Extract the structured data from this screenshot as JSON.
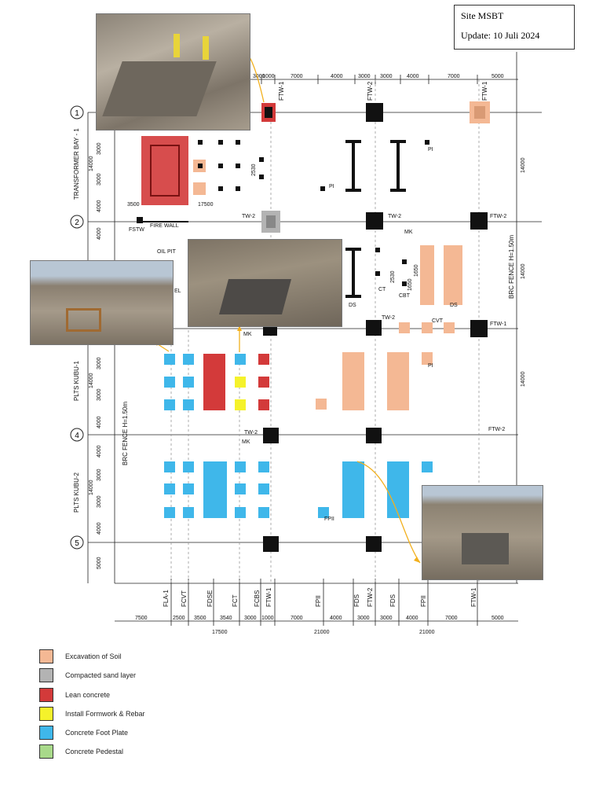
{
  "header": {
    "site": "Site MSBT",
    "update": "Update: 10 Juli 2024"
  },
  "colors": {
    "excavation": "#f4b894",
    "compacted": "#b3b3b3",
    "lean": "#d33a3a",
    "formwork": "#f5f22b",
    "footplate": "#3fb7ea",
    "pedestal": "#a8d98a",
    "arrow": "#f2b01e"
  },
  "legend": [
    {
      "label": "Excavation of Soil",
      "color": "#f4b894"
    },
    {
      "label": "Compacted sand layer",
      "color": "#b3b3b3"
    },
    {
      "label": "Lean concrete",
      "color": "#d33a3a"
    },
    {
      "label": "Install Formwork & Rebar",
      "color": "#f5f22b"
    },
    {
      "label": "Concrete Foot Plate",
      "color": "#3fb7ea"
    },
    {
      "label": "Concrete Pedestal",
      "color": "#a8d98a"
    }
  ],
  "plan": {
    "zone_labels": [
      "TRANSFORMER BAY - 1",
      "PLTS KUBU-1",
      "PLTS KUBU-2"
    ],
    "grid_numbers": [
      "1",
      "2",
      "4",
      "5"
    ],
    "top_dims": [
      "3000",
      "1000",
      "7000",
      "4000",
      "3000",
      "3000",
      "4000",
      "7000",
      "5000"
    ],
    "bottom_dims": [
      "7500",
      "2500",
      "3500",
      "3540",
      "3000",
      "1000",
      "7000",
      "4000",
      "3000",
      "3000",
      "4000",
      "7000",
      "5000"
    ],
    "bottom_totals": [
      "17500",
      "21000",
      "21000"
    ],
    "left_dims": [
      "3000",
      "14000",
      "3000",
      "4000",
      "4000",
      "3000",
      "14000",
      "3000",
      "4000",
      "4000",
      "3000",
      "14000",
      "3000",
      "4000",
      "5000"
    ],
    "tower_labels": [
      "FTW-1",
      "FTW-2",
      "FTW-1",
      "TW-2",
      "TW-2",
      "FTW-2",
      "TW-2",
      "FTW-1",
      "TW-2",
      "FTW-2"
    ],
    "bottom_labels": [
      "FLA-1",
      "FCVT",
      "FDSE",
      "FCT",
      "FCBS",
      "FTW-1",
      "FPII",
      "FDS",
      "FTW-2",
      "FDS",
      "FPII",
      "FTW-1"
    ],
    "misc_labels": [
      "FIRE WALL",
      "FSTW",
      "OIL PIT",
      "EL",
      "MK",
      "MK",
      "MK",
      "PI",
      "PI",
      "DS",
      "DS",
      "CT",
      "CBT",
      "CVT",
      "PI",
      "FPII",
      "2530",
      "2530",
      "1650",
      "1650",
      "17500",
      "3500"
    ],
    "fence_labels": [
      "BRC FENCE H=1.50m",
      "BRC FENCE H=1.50m"
    ],
    "right_dims": [
      "14000",
      "14000",
      "14000"
    ]
  }
}
